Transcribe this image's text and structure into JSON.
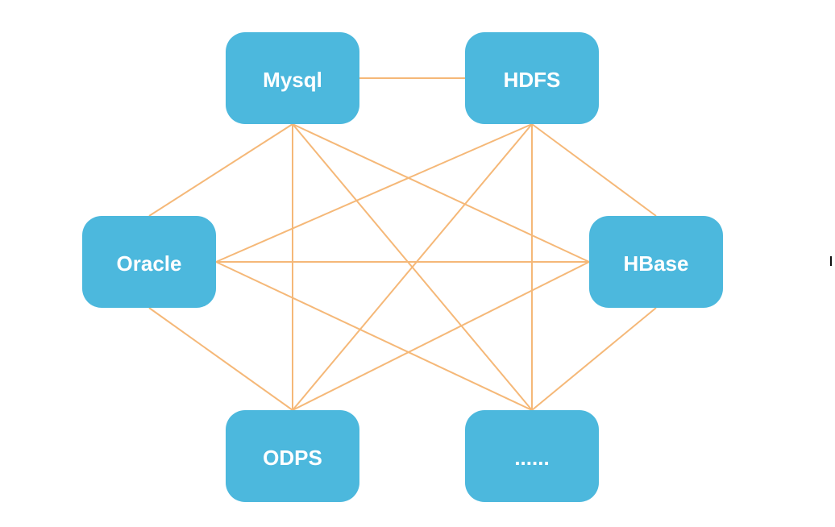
{
  "diagram": {
    "node_color": "#4cb8dd",
    "edge_color": "#f5b878",
    "label_color": "#ffffff",
    "nodes": [
      {
        "id": "mysql",
        "label": "Mysql"
      },
      {
        "id": "hdfs",
        "label": "HDFS"
      },
      {
        "id": "oracle",
        "label": "Oracle"
      },
      {
        "id": "hbase",
        "label": "HBase"
      },
      {
        "id": "odps",
        "label": "ODPS"
      },
      {
        "id": "more",
        "label": "......"
      }
    ],
    "edges": [
      [
        "mysql",
        "hdfs"
      ],
      [
        "mysql",
        "oracle"
      ],
      [
        "mysql",
        "hbase"
      ],
      [
        "mysql",
        "odps"
      ],
      [
        "mysql",
        "more"
      ],
      [
        "hdfs",
        "oracle"
      ],
      [
        "hdfs",
        "hbase"
      ],
      [
        "hdfs",
        "odps"
      ],
      [
        "hdfs",
        "more"
      ],
      [
        "oracle",
        "hbase"
      ],
      [
        "oracle",
        "odps"
      ],
      [
        "oracle",
        "more"
      ],
      [
        "hbase",
        "odps"
      ],
      [
        "hbase",
        "more"
      ]
    ]
  }
}
